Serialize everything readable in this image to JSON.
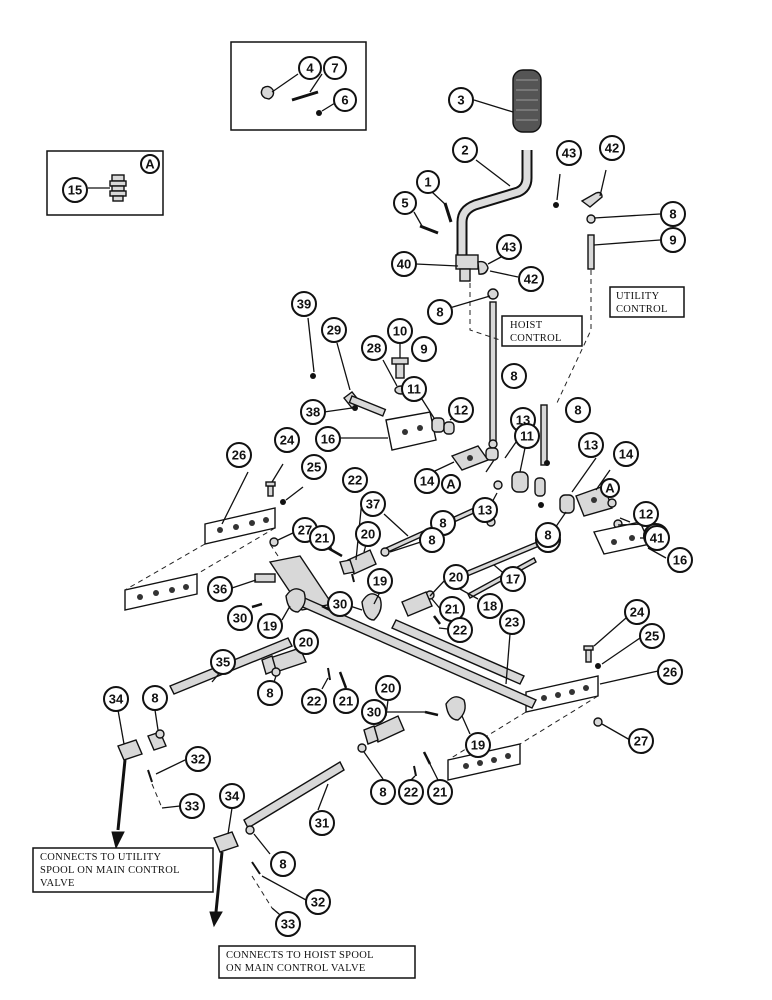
{
  "callouts": [
    "1",
    "2",
    "3",
    "4",
    "5",
    "6",
    "7",
    "8",
    "9",
    "10",
    "11",
    "12",
    "13",
    "14",
    "15",
    "16",
    "17",
    "18",
    "19",
    "20",
    "21",
    "22",
    "23",
    "24",
    "25",
    "26",
    "27",
    "28",
    "29",
    "30",
    "31",
    "32",
    "33",
    "34",
    "35",
    "36",
    "37",
    "38",
    "39",
    "40",
    "41",
    "42",
    "43",
    "A"
  ],
  "labels": {
    "hoist_control": [
      "HOIST",
      "CONTROL"
    ],
    "utility_control": [
      "UTILITY",
      "CONTROL"
    ],
    "connects_utility": [
      "CONNECTS TO UTILITY",
      "SPOOL ON MAIN CONTROL",
      "VALVE"
    ],
    "connects_hoist": [
      "CONNECTS TO HOIST SPOOL",
      "ON MAIN CONTROL VALVE"
    ]
  },
  "inset_a": {
    "callout": "15",
    "tag": "A"
  }
}
